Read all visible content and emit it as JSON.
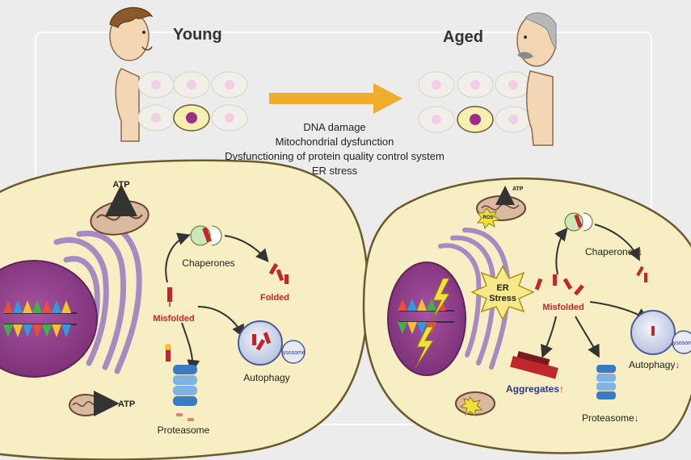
{
  "headings": {
    "young": "Young",
    "aged": "Aged"
  },
  "causes": [
    "DNA damage",
    "Mitochondrial dysfunction",
    "Dysfunctioning of protein quality control system",
    "ER stress"
  ],
  "young_cell": {
    "atp_top": "ATP",
    "atp_bottom": "ATP",
    "chaperones": "Chaperones",
    "folded": "Folded",
    "misfolded": "Misfolded",
    "lysosome": "lysosome",
    "autophagy": "Autophagy",
    "proteasome": "Proteasome"
  },
  "aged_cell": {
    "atp": "ATP",
    "ros": "ROS",
    "er_stress": "ER\nStress",
    "er_line1": "ER",
    "er_line2": "Stress",
    "chaperones": "Chaperones",
    "misfolded": "Misfolded",
    "aggregates": "Aggregates",
    "lysosome": "lysosome",
    "autophagy": "Autophagy",
    "proteasome": "Proteasome",
    "decrease_arrow": "↓",
    "increase_arrow": "↑"
  },
  "colors": {
    "background": "#ececec",
    "cytoplasm": "#f7efc3",
    "cell_outline": "#6b5a2a",
    "nucleus": "#8a3b86",
    "er": "#a88ac2",
    "arrow": "#f0ad2d",
    "label_red": "#c0272d",
    "label_blue": "#2a3590",
    "mito_orange": "#e87a26"
  }
}
